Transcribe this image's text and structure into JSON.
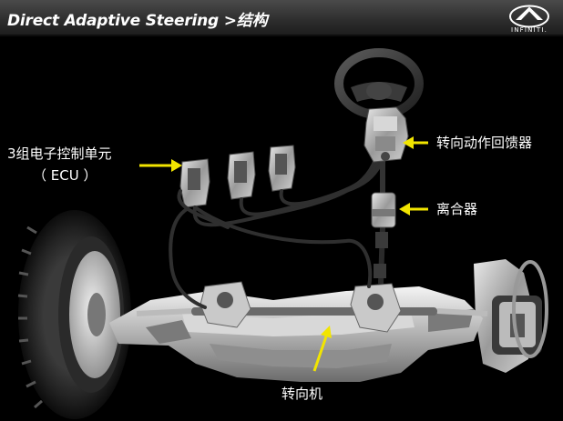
{
  "slide": {
    "title": "Direct Adaptive Steering >结构",
    "brand": {
      "name": "INFINITI.",
      "icon": "infiniti-logo-icon"
    },
    "background_color": "#000000",
    "accent_color": "#f2e500"
  },
  "callouts": [
    {
      "id": "ecu",
      "lines": [
        "3组电子控制单元",
        "（ ECU ）"
      ]
    },
    {
      "id": "feedback",
      "lines": [
        "转向动作回馈器"
      ]
    },
    {
      "id": "clutch",
      "lines": [
        "离合器"
      ]
    },
    {
      "id": "rack",
      "lines": [
        "转向机"
      ]
    }
  ]
}
